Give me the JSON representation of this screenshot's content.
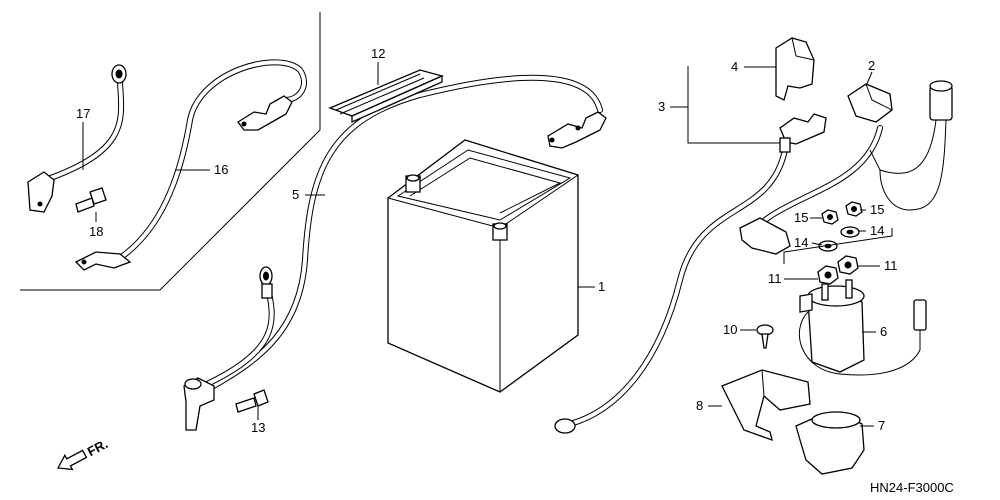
{
  "diagram": {
    "code": "HN24-F3000C",
    "direction": "FR.",
    "callouts": [
      "1",
      "2",
      "3",
      "4",
      "5",
      "6",
      "7",
      "8",
      "10",
      "11",
      "11",
      "12",
      "13",
      "14",
      "14",
      "15",
      "15",
      "16",
      "17",
      "18"
    ]
  }
}
